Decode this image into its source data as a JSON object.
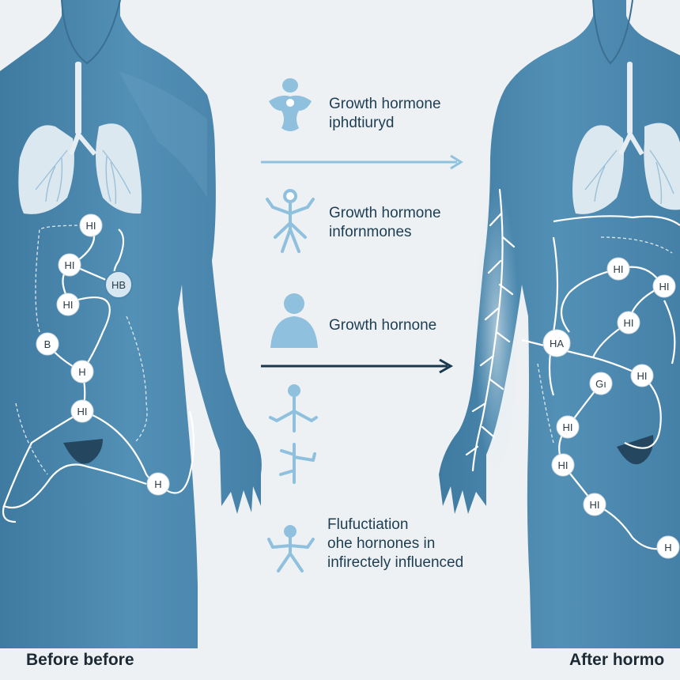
{
  "annotations": {
    "item1": {
      "line1": "Growth hormone",
      "line2": "iphdtiuryd"
    },
    "item2": {
      "line1": "Growth hormone",
      "line2": "infornmones"
    },
    "item3": {
      "line1": "Growth hornone"
    },
    "item4": {
      "line1": "Flufuctiation",
      "line2": "ohe hornones in",
      "line3": "infirectely influenced"
    }
  },
  "labels": {
    "before": "Before before",
    "after": "After hormo"
  },
  "nodes_left": [
    "HI",
    "HI",
    "HB",
    "HI",
    "B",
    "H",
    "HI",
    "H"
  ],
  "nodes_right": [
    "HI",
    "HI",
    "HI",
    "HA",
    "HI",
    "Gı",
    "HI",
    "HI",
    "HI",
    "H"
  ],
  "colors": {
    "body": "#4c86ac",
    "body_shadow": "#3f7aa0",
    "lungs": "#dce8f0",
    "icon": "#8fc0de",
    "arrow_light": "#8ec2de",
    "arrow_dark": "#17384f",
    "background": "#eef1f3"
  },
  "icons": [
    "pituitary-icon",
    "neuron-icon",
    "head-silhouette-icon",
    "neuron-icon",
    "neuron-icon",
    "neuron-icon"
  ]
}
